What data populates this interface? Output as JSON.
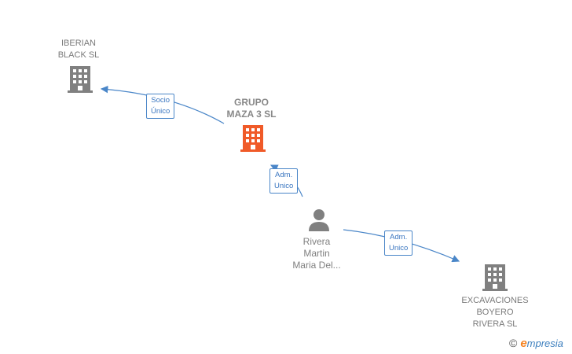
{
  "nodes": {
    "iberian": {
      "line1": "IBERIAN",
      "line2": "BLACK  SL"
    },
    "grupo": {
      "line1": "GRUPO",
      "line2": "MAZA 3  SL"
    },
    "person": {
      "line1": "Rivera",
      "line2": "Martin",
      "line3": "Maria Del..."
    },
    "excavaciones": {
      "line1": "EXCAVACIONES",
      "line2": "BOYERO",
      "line3": "RIVERA SL"
    }
  },
  "edges": {
    "socio": {
      "line1": "Socio",
      "line2": "Único"
    },
    "adm1": {
      "line1": "Adm.",
      "line2": "Unico"
    },
    "adm2": {
      "line1": "Adm.",
      "line2": "Unico"
    }
  },
  "footer": {
    "copyright": "©",
    "brand_e": "e",
    "brand_rest": "mpresia"
  },
  "colors": {
    "company": "#808080",
    "center": "#f05a28",
    "edge": "#4a86c8"
  }
}
